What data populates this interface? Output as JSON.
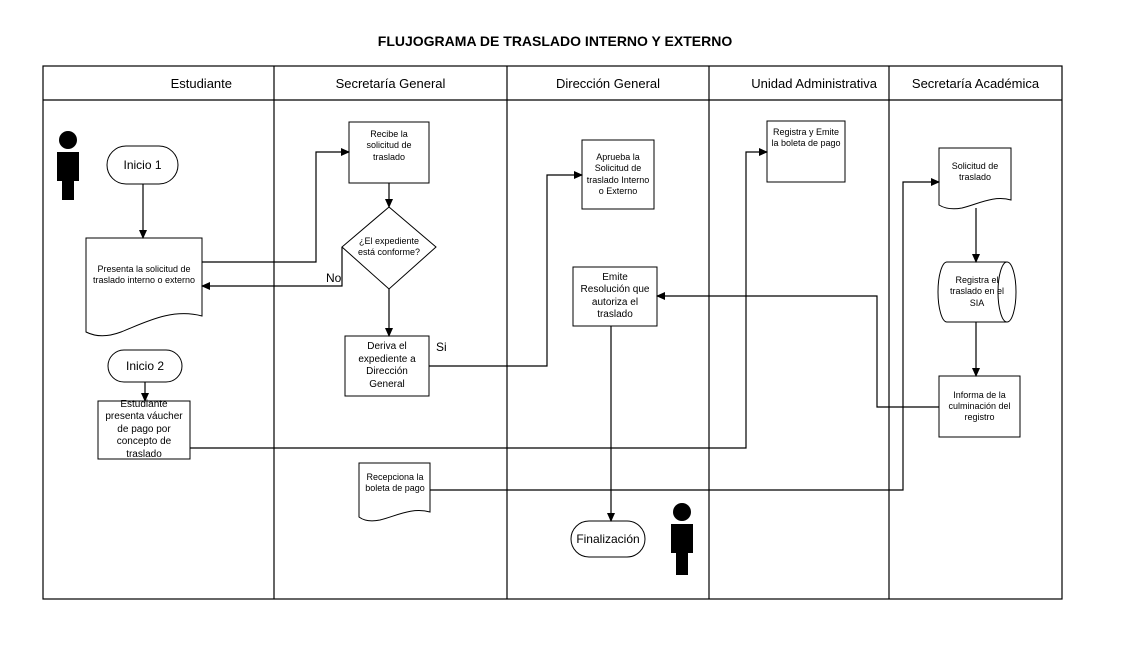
{
  "title": "FLUJOGRAMA DE TRASLADO INTERNO Y EXTERNO",
  "lanes": [
    "Estudiante",
    "Secretaría General",
    "Dirección General",
    "Unidad Administrativa",
    "Secretaría Académica"
  ],
  "nodes": {
    "inicio1": "Inicio 1",
    "presenta_solicitud": "Presenta  la solicitud de traslado interno o externo",
    "inicio2": "Inicio 2",
    "estudiante_voucher": "Estudiante presenta váucher de  pago por concepto de traslado",
    "recibe_solicitud": "Recibe la solicitud de traslado",
    "expediente_conforme": "¿El expediente está conforme?",
    "deriva_expediente": "Deriva el expediente a Dirección General",
    "recepciona_boleta": "Recepciona la boleta de pago",
    "aprueba_solicitud": "Aprueba la Solicitud de traslado Interno o Externo",
    "emite_resolucion": "Emite Resolución que autoriza el traslado",
    "finalizacion": "Finalización",
    "registra_boleta": "Registra y Emite la boleta de pago",
    "solicitud_traslado": "Solicitud de traslado",
    "registra_sia": "Registra el traslado en el SIA",
    "informa_culminacion": "Informa de la culminación del registro"
  },
  "edge_labels": {
    "no": "No",
    "si": "Si"
  }
}
